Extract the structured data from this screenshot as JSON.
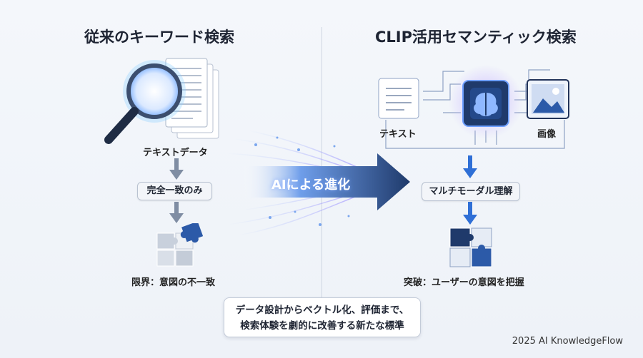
{
  "left": {
    "title": "従来のキーワード検索",
    "source_label": "テキストデータ",
    "process_label": "完全一致のみ",
    "result_label": "限界：意図の不一致",
    "icons": [
      "magnifier-documents-icon",
      "mismatched-puzzle-icon"
    ]
  },
  "center": {
    "arrow_label": "AIによる進化"
  },
  "right": {
    "title": "CLIP活用セマンティック検索",
    "text_input_label": "テキスト",
    "image_input_label": "画像",
    "process_label": "マルチモーダル理解",
    "result_label": "突破：ユーザーの意図を把握",
    "icons": [
      "document-icon",
      "ai-chip-icon",
      "image-icon",
      "matched-puzzle-icon"
    ]
  },
  "caption": {
    "line1": "データ設計からベクトル化、評価まで、",
    "line2": "検索体験を劇的に改善する新たな標準"
  },
  "footer": {
    "credit": "2025 AI KnowledgeFlow"
  },
  "colors": {
    "accent_blue": "#2f6fd6",
    "navy": "#1f3a6b",
    "arrow_gray": "#7f8da3",
    "glow_purple": "#8a6cff"
  }
}
